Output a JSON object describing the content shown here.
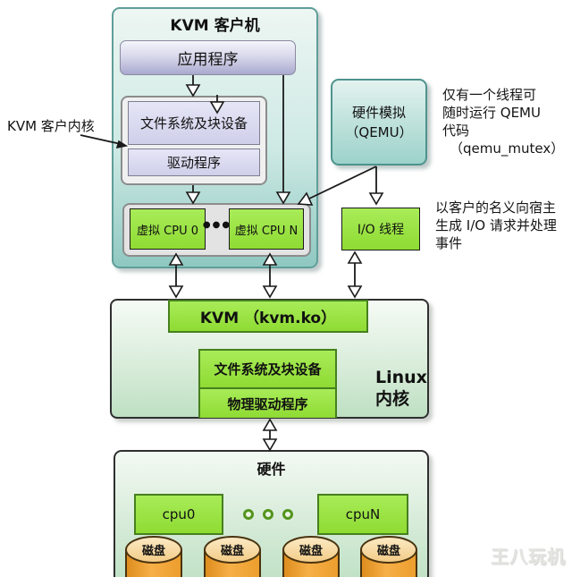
{
  "colors": {
    "guest_teal": "#8FC8C1",
    "green_box": "#9BE43E",
    "green_border": "#46801E",
    "lavender": "#D6D6EC",
    "linux_green": "#BEE0C2",
    "disk_orange": "#EC9E2D",
    "border_dark": "#2F2F2F"
  },
  "guest": {
    "title": "KVM 客户机",
    "app": "应用程序",
    "kernel_label": "KVM 客户内核",
    "fs": "文件系统及块设备",
    "driver": "驱动程序",
    "vcpu0": "虚拟 CPU 0",
    "dots": "●●●",
    "vcpuN": "虚拟 CPU N"
  },
  "qemu": {
    "line1": "硬件模拟",
    "line2": "（QEMU）"
  },
  "io_thread": "I/O 线程",
  "annotations": {
    "qemu_note": [
      "仅有一个线程可",
      "随时运行 QEMU",
      "代码",
      "（qemu_mutex）"
    ],
    "io_note": [
      "以客户的名义向宿主",
      "生成 I/O 请求并处理",
      "事件"
    ]
  },
  "linux": {
    "kvm": "KVM （kvm.ko）",
    "fs": "文件系统及块设备",
    "driver": "物理驱动程序",
    "label_line1": "Linux",
    "label_line2": "内核"
  },
  "hardware": {
    "title": "硬件",
    "cpu0": "cpu0",
    "cpuN": "cpuN",
    "disk": "磁盘"
  },
  "watermark": "王八玩机"
}
